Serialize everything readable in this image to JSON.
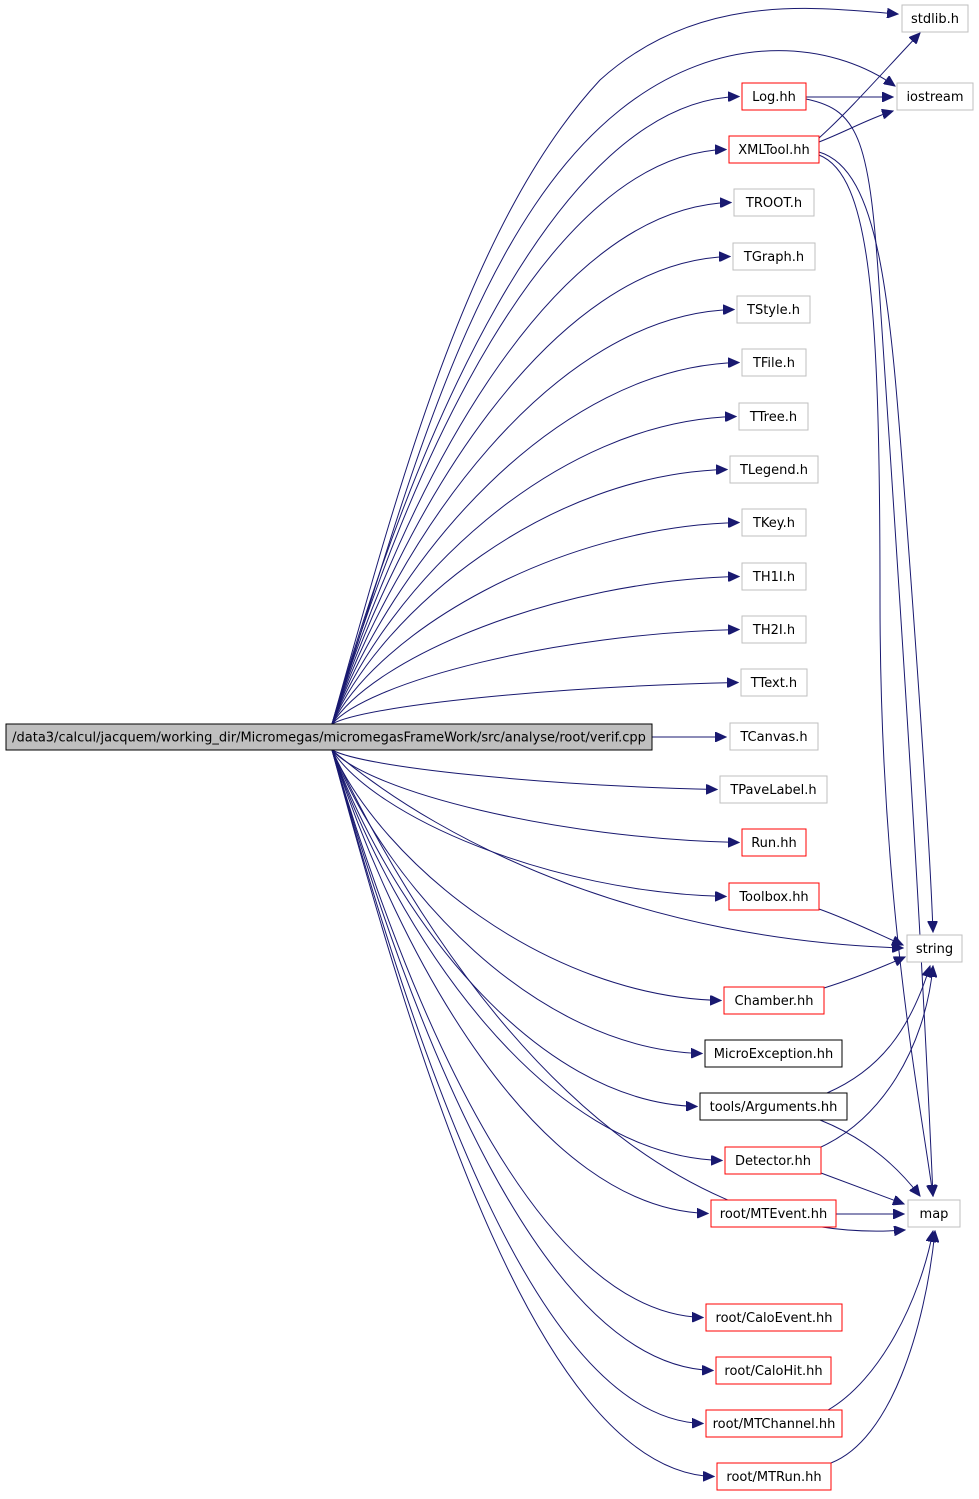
{
  "colors": {
    "edge": "#191970",
    "border_documented": "#ff0000",
    "border_external": "#bfbfbf",
    "border_plain": "#000000",
    "root_fill": "#bfbfbf",
    "node_fill": "#ffffff"
  },
  "nodes": [
    {
      "id": "verif",
      "label": "/data3/calcul/jacquem/working_dir/Micromegas/micromegasFrameWork/src/analyse/root/verif.cpp",
      "kind": "root"
    },
    {
      "id": "stdlib",
      "label": "stdlib.h",
      "kind": "external"
    },
    {
      "id": "iostream",
      "label": "iostream",
      "kind": "external"
    },
    {
      "id": "log",
      "label": "Log.hh",
      "kind": "documented"
    },
    {
      "id": "xmltool",
      "label": "XMLTool.hh",
      "kind": "documented"
    },
    {
      "id": "troot",
      "label": "TROOT.h",
      "kind": "external"
    },
    {
      "id": "tgraph",
      "label": "TGraph.h",
      "kind": "external"
    },
    {
      "id": "tstyle",
      "label": "TStyle.h",
      "kind": "external"
    },
    {
      "id": "tfile",
      "label": "TFile.h",
      "kind": "external"
    },
    {
      "id": "ttree",
      "label": "TTree.h",
      "kind": "external"
    },
    {
      "id": "tlegend",
      "label": "TLegend.h",
      "kind": "external"
    },
    {
      "id": "tkey",
      "label": "TKey.h",
      "kind": "external"
    },
    {
      "id": "th1i",
      "label": "TH1I.h",
      "kind": "external"
    },
    {
      "id": "th2i",
      "label": "TH2I.h",
      "kind": "external"
    },
    {
      "id": "ttext",
      "label": "TText.h",
      "kind": "external"
    },
    {
      "id": "tcanvas",
      "label": "TCanvas.h",
      "kind": "external"
    },
    {
      "id": "tpavelabel",
      "label": "TPaveLabel.h",
      "kind": "external"
    },
    {
      "id": "run",
      "label": "Run.hh",
      "kind": "documented"
    },
    {
      "id": "toolbox",
      "label": "Toolbox.hh",
      "kind": "documented"
    },
    {
      "id": "string",
      "label": "string",
      "kind": "external"
    },
    {
      "id": "chamber",
      "label": "Chamber.hh",
      "kind": "documented"
    },
    {
      "id": "microexception",
      "label": "MicroException.hh",
      "kind": "plain"
    },
    {
      "id": "arguments",
      "label": "tools/Arguments.hh",
      "kind": "plain"
    },
    {
      "id": "detector",
      "label": "Detector.hh",
      "kind": "documented"
    },
    {
      "id": "map",
      "label": "map",
      "kind": "external"
    },
    {
      "id": "mtevent",
      "label": "root/MTEvent.hh",
      "kind": "documented"
    },
    {
      "id": "caloevent",
      "label": "root/CaloEvent.hh",
      "kind": "documented"
    },
    {
      "id": "calohit",
      "label": "root/CaloHit.hh",
      "kind": "documented"
    },
    {
      "id": "mtchannel",
      "label": "root/MTChannel.hh",
      "kind": "documented"
    },
    {
      "id": "mtrun",
      "label": "root/MTRun.hh",
      "kind": "documented"
    }
  ],
  "edges": [
    {
      "from": "verif",
      "to": "stdlib"
    },
    {
      "from": "verif",
      "to": "iostream"
    },
    {
      "from": "verif",
      "to": "log"
    },
    {
      "from": "verif",
      "to": "xmltool"
    },
    {
      "from": "verif",
      "to": "troot"
    },
    {
      "from": "verif",
      "to": "tgraph"
    },
    {
      "from": "verif",
      "to": "tstyle"
    },
    {
      "from": "verif",
      "to": "tfile"
    },
    {
      "from": "verif",
      "to": "ttree"
    },
    {
      "from": "verif",
      "to": "tlegend"
    },
    {
      "from": "verif",
      "to": "tkey"
    },
    {
      "from": "verif",
      "to": "th1i"
    },
    {
      "from": "verif",
      "to": "th2i"
    },
    {
      "from": "verif",
      "to": "ttext"
    },
    {
      "from": "verif",
      "to": "tcanvas"
    },
    {
      "from": "verif",
      "to": "tpavelabel"
    },
    {
      "from": "verif",
      "to": "run"
    },
    {
      "from": "verif",
      "to": "toolbox"
    },
    {
      "from": "verif",
      "to": "string"
    },
    {
      "from": "verif",
      "to": "chamber"
    },
    {
      "from": "verif",
      "to": "microexception"
    },
    {
      "from": "verif",
      "to": "arguments"
    },
    {
      "from": "verif",
      "to": "detector"
    },
    {
      "from": "verif",
      "to": "mtevent"
    },
    {
      "from": "verif",
      "to": "map"
    },
    {
      "from": "verif",
      "to": "caloevent"
    },
    {
      "from": "verif",
      "to": "calohit"
    },
    {
      "from": "verif",
      "to": "mtchannel"
    },
    {
      "from": "verif",
      "to": "mtrun"
    },
    {
      "from": "log",
      "to": "iostream"
    },
    {
      "from": "log",
      "to": "map"
    },
    {
      "from": "xmltool",
      "to": "stdlib"
    },
    {
      "from": "xmltool",
      "to": "iostream"
    },
    {
      "from": "xmltool",
      "to": "string"
    },
    {
      "from": "xmltool",
      "to": "map"
    },
    {
      "from": "toolbox",
      "to": "string"
    },
    {
      "from": "chamber",
      "to": "string"
    },
    {
      "from": "arguments",
      "to": "string"
    },
    {
      "from": "arguments",
      "to": "map"
    },
    {
      "from": "detector",
      "to": "string"
    },
    {
      "from": "detector",
      "to": "map"
    },
    {
      "from": "mtevent",
      "to": "map"
    },
    {
      "from": "mtchannel",
      "to": "map"
    },
    {
      "from": "mtrun",
      "to": "map"
    }
  ]
}
